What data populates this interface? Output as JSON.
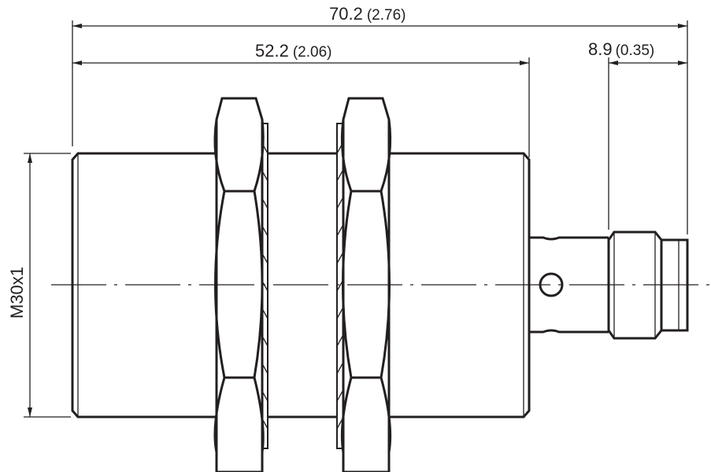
{
  "drawing": {
    "overall_length": {
      "value": "70.2",
      "inch": "(2.76)"
    },
    "body_length": {
      "value": "52.2",
      "inch": "(2.06)"
    },
    "connector_length": {
      "value": "8.9",
      "inch": "(0.35)"
    },
    "thread": "M30x1",
    "line_color": "#231f20"
  }
}
